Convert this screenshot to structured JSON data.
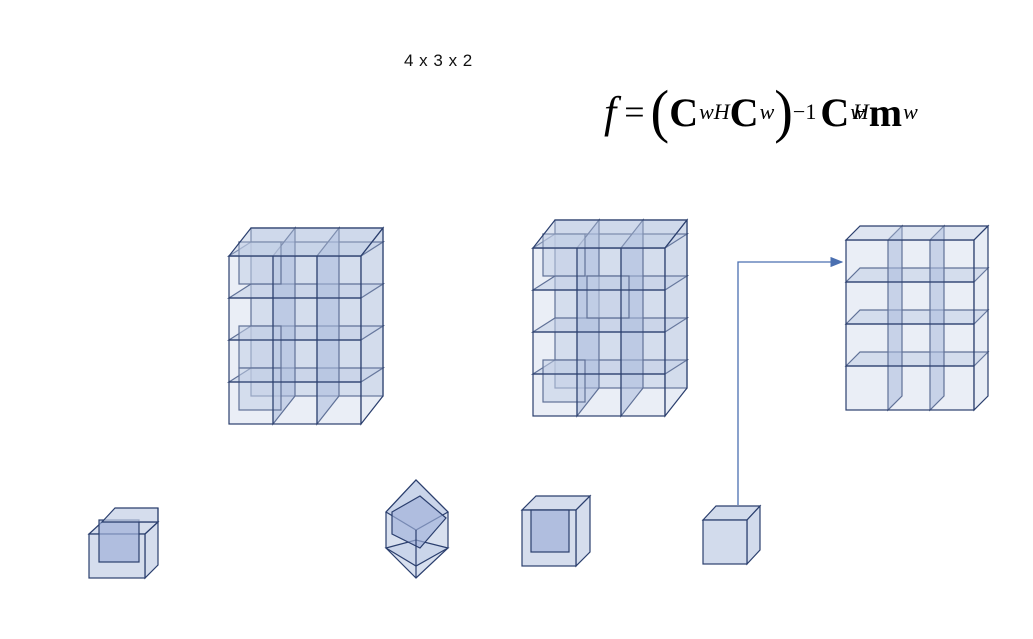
{
  "header": {
    "dims_label": "4 x 3 x 2"
  },
  "formula": {
    "lhs": "f",
    "equals": "=",
    "open_paren": "(",
    "close_paren": ")",
    "C1": "C",
    "sub1": "w",
    "sup1": "H",
    "C2": "C",
    "sub2": "w",
    "inverse": "−1",
    "C3": "C",
    "sup3": "H",
    "sub3": "w",
    "m": "m",
    "sub4": "w"
  },
  "colors": {
    "cube_fill": "#c3cfe6",
    "cube_fill_dark": "#9fb1d8",
    "cube_stroke": "#2b3f6e",
    "arrow": "#4a6fb0"
  }
}
